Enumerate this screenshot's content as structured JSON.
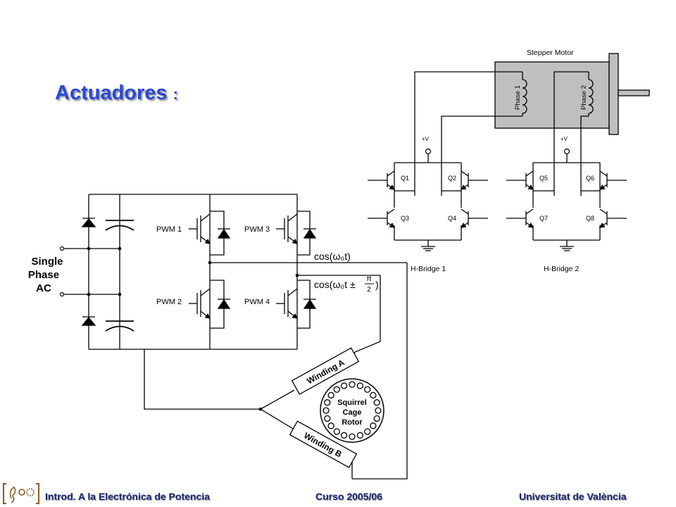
{
  "slide": {
    "title": "Actuadores",
    "title_suffix": ":"
  },
  "stepper_diagram": {
    "motor_label": "Stepper Motor",
    "phase1": "Phase 1",
    "phase2": "Phase 2",
    "supply1": "+V",
    "supply2": "+V",
    "q1": "Q1",
    "q2": "Q2",
    "q3": "Q3",
    "q4": "Q4",
    "q5": "Q5",
    "q6": "Q6",
    "q7": "Q7",
    "q8": "Q8",
    "bridge1": "H-Bridge 1",
    "bridge2": "H-Bridge 2"
  },
  "inverter_diagram": {
    "source_line1": "Single",
    "source_line2": "Phase",
    "source_line3": "AC",
    "pwm1": "PWM 1",
    "pwm2": "PWM 2",
    "pwm3": "PWM 3",
    "pwm4": "PWM 4",
    "signal_a": "cos(ω₀t)",
    "signal_b_prefix": "cos(ω₀t ±",
    "signal_b_pi": "π",
    "signal_b_two": "2",
    "signal_b_suffix": ")",
    "winding_a": "Winding A",
    "winding_b": "Winding B",
    "rotor_line1": "Squirrel",
    "rotor_line2": "Cage",
    "rotor_line3": "Rotor"
  },
  "footer": {
    "course": "Introd. A la Electrónica de Potencia",
    "year": "Curso 2005/06",
    "university": "Universitat de València"
  },
  "colors": {
    "title": "#2a48d6",
    "footer": "#16246e",
    "motor_body": "#bfbfbf"
  }
}
